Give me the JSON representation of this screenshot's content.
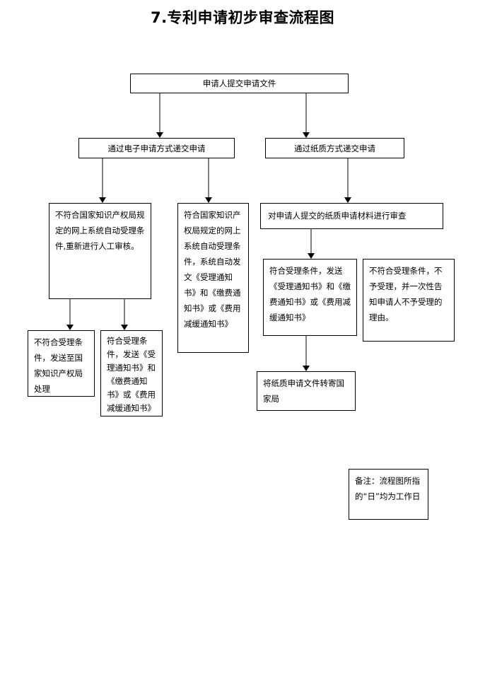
{
  "title": "7.专利申请初步审查流程图",
  "nodes": {
    "submit": "申请人提交申请文件",
    "electronic": "通过电子申请方式递交申请",
    "paper": "通过纸质方式递交申请",
    "e_not_auto": "不符合国家知识产权局规定的网上系统自动受理条件,重新进行人工审核。",
    "e_auto_accept": "符合国家知识产权局规定的网上系统自动受理条件，系统自动发文《受理通知书》和《缴费通知书》或《费用减缓通知书》",
    "manual_reject": "不符合受理条件，发送至国家知识产权局处理",
    "manual_accept": "符合受理条件，发送《受理通知书》和《缴费通知书》或《费用减缓通知书》",
    "paper_review": "对申请人提交的纸质申请材料进行审查",
    "paper_accept": "符合受理条件，发送《受理通知书》和《缴费通知书》或《费用减缓通知书》",
    "paper_reject": "不符合受理条件，不予受理，并一次性告知申请人不予受理的理由。",
    "forward": "将纸质申请文件转寄国家局",
    "note": "备注：流程图所指的“日”均为工作日"
  },
  "colors": {
    "line": "#000000",
    "background": "#ffffff"
  }
}
